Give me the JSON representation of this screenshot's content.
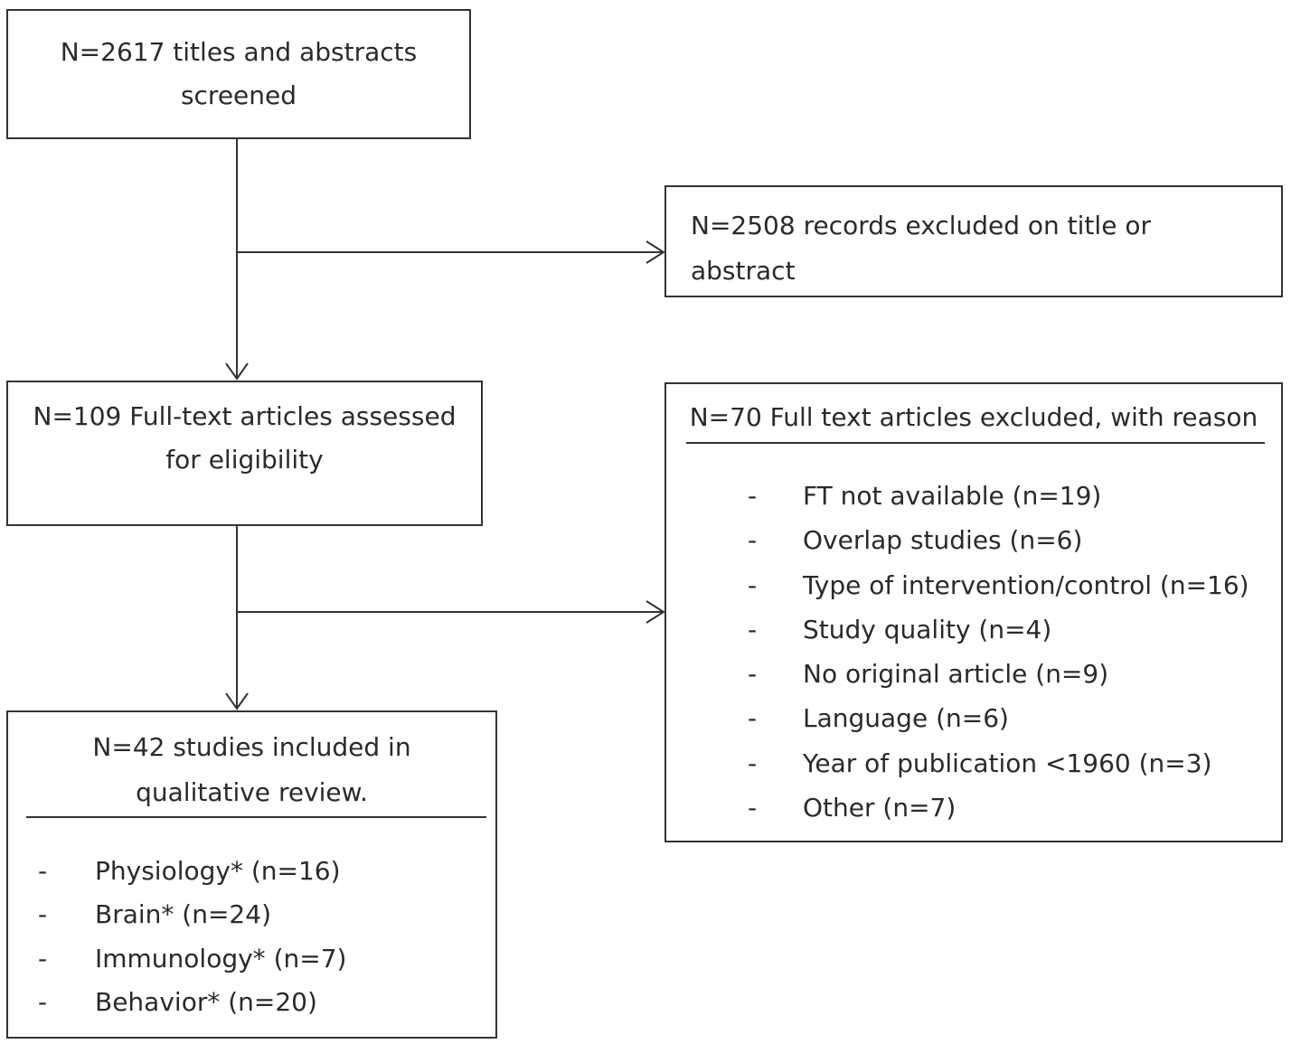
{
  "screened": {
    "line1": "N=2617 titles and abstracts",
    "line2": "screened"
  },
  "excluded_title": {
    "line1": "N=2508 records excluded on title or",
    "line2": "abstract"
  },
  "fulltext": {
    "line1": "N=109 Full-text articles assessed",
    "line2": "for eligibility"
  },
  "excluded_fulltext": {
    "heading": "N=70 Full text articles excluded, with reason",
    "bullet": "-",
    "reasons": [
      "FT not available (n=19)",
      "Overlap studies (n=6)",
      "Type of intervention/control (n=16)",
      "Study quality (n=4)",
      "No original article (n=9)",
      "Language (n=6)",
      "Year of publication <1960 (n=3)",
      "Other (n=7)"
    ]
  },
  "included": {
    "line1": "N=42 studies included in",
    "line2": "qualitative review.",
    "bullet": "-",
    "categories": [
      "Physiology* (n=16)",
      "Brain* (n=24)",
      "Immunology* (n=7)",
      "Behavior* (n=20)"
    ]
  },
  "colors": {
    "stroke": "#333333",
    "text": "#2a2a2a"
  }
}
